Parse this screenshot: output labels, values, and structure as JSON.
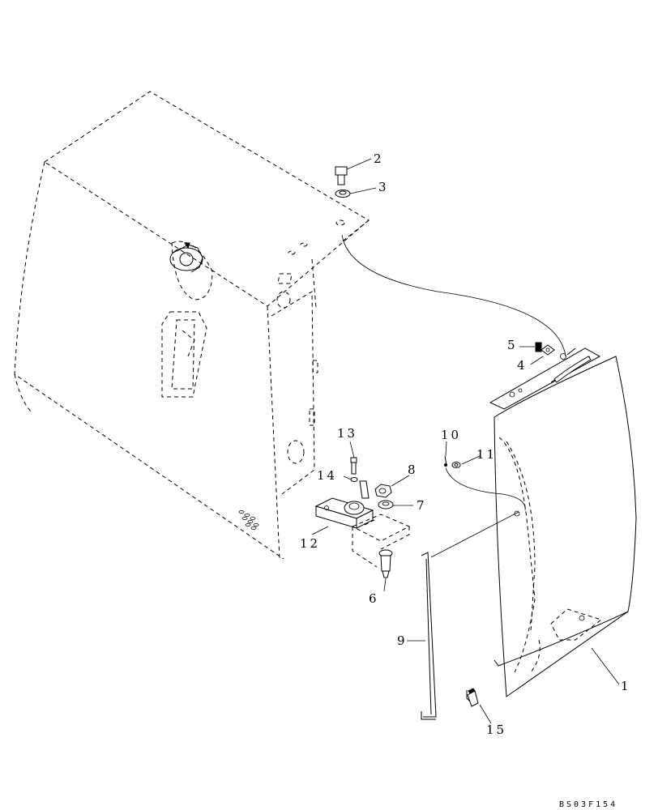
{
  "callouts": {
    "c1": "1",
    "c2": "2",
    "c3": "3",
    "c4": "4",
    "c5": "5",
    "c6": "6",
    "c7": "7",
    "c8": "8",
    "c9": "9",
    "c10": "10",
    "c11": "11",
    "c12": "12",
    "c13": "13",
    "c14": "14",
    "c15": "15"
  },
  "drawing_code": "BS03F154"
}
